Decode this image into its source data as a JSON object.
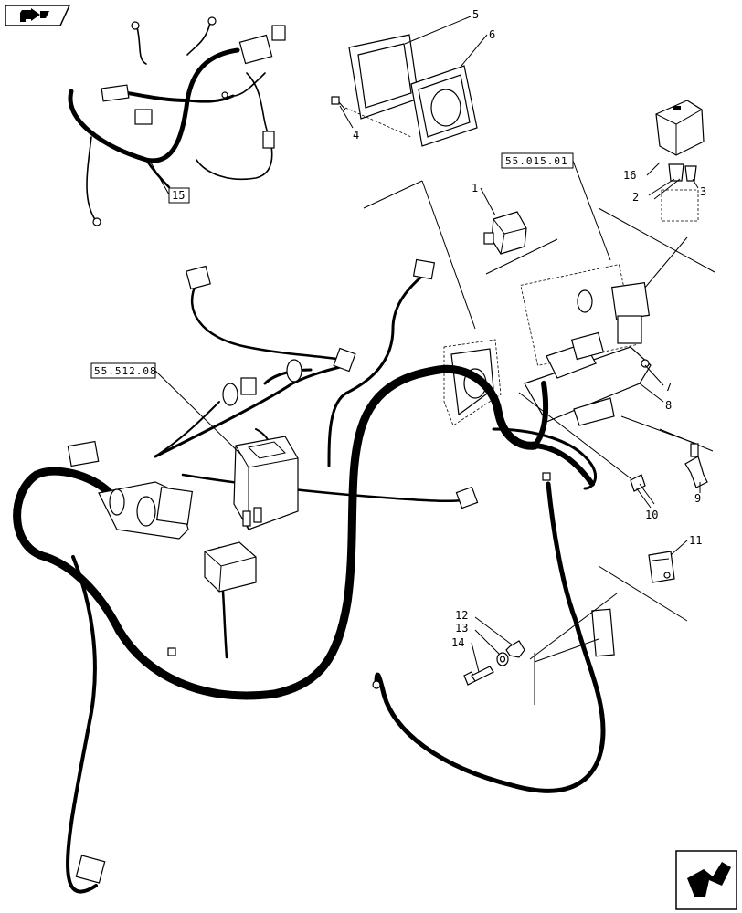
{
  "callouts": {
    "c1": "1",
    "c2": "2",
    "c3": "3",
    "c4": "4",
    "c5": "5",
    "c6": "6",
    "c7": "7",
    "c8": "8",
    "c9": "9",
    "c10": "10",
    "c11": "11",
    "c12": "12",
    "c13": "13",
    "c14": "14",
    "c15": "15",
    "c16": "16"
  },
  "references": {
    "ref_a": "55.015.01",
    "ref_b": "55.512.08"
  },
  "icons": {
    "top_left": "previous-page-icon",
    "bottom_right": "next-page-icon"
  }
}
